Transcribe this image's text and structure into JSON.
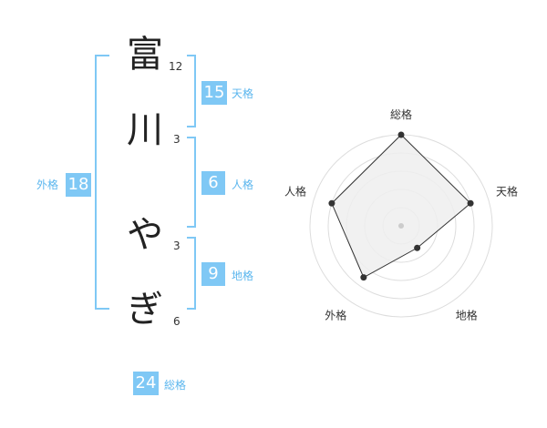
{
  "name": {
    "chars": [
      {
        "char": "富",
        "strokes": "12"
      },
      {
        "char": "川",
        "strokes": "3"
      },
      {
        "char": "や",
        "strokes": "3"
      },
      {
        "char": "ぎ",
        "strokes": "6"
      }
    ]
  },
  "fortune": {
    "tenkaku": {
      "label": "天格",
      "value": "15"
    },
    "jinkaku": {
      "label": "人格",
      "value": "6"
    },
    "chikaku": {
      "label": "地格",
      "value": "9"
    },
    "gaikaku": {
      "label": "外格",
      "value": "18"
    },
    "soukaku": {
      "label": "総格",
      "value": "24"
    }
  },
  "chart_data": {
    "type": "radar",
    "axes": [
      "総格",
      "天格",
      "地格",
      "外格",
      "人格"
    ],
    "values": [
      1.0,
      0.8,
      0.3,
      0.7,
      0.8
    ],
    "rings": 5,
    "colors": {
      "fill": "#eeeeee",
      "line": "#333333",
      "ring": "#dddddd",
      "center": "#cccccc"
    }
  },
  "colors": {
    "accent": "#7fc8f5",
    "label": "#5bb6ee"
  }
}
